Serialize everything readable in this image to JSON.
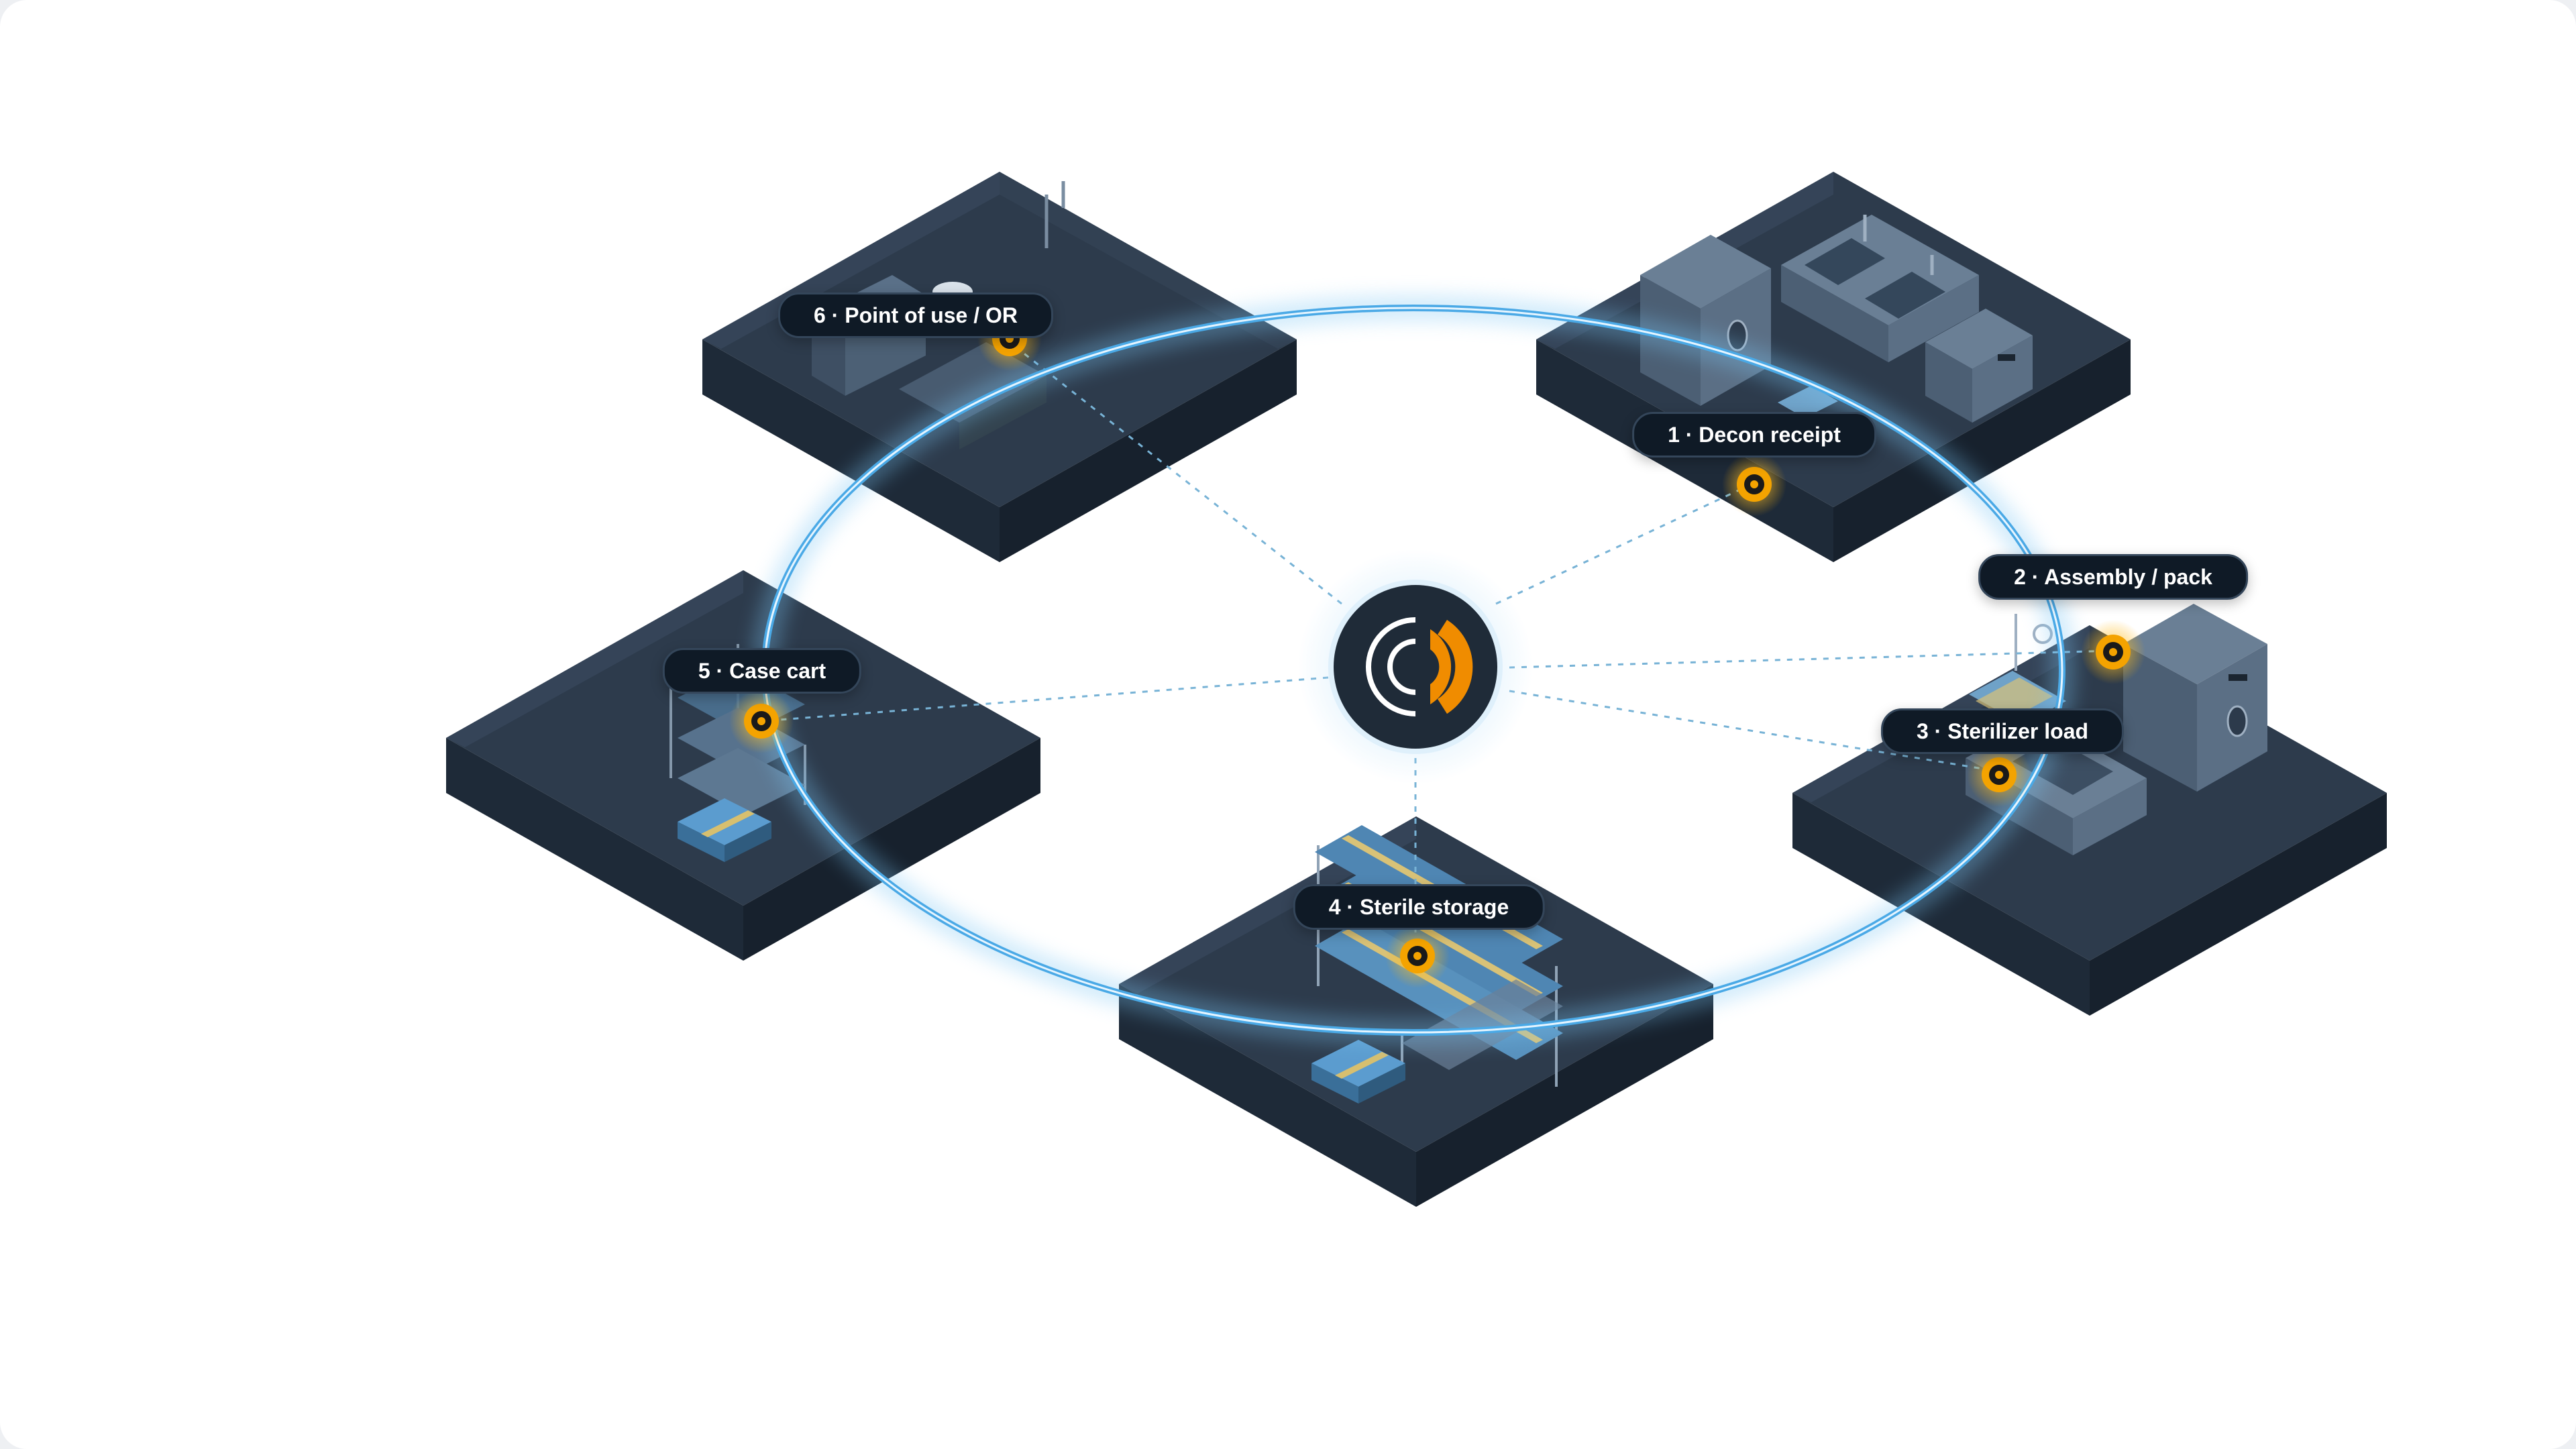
{
  "stations": [
    {
      "id": "decon",
      "label": "1 · Decon receipt"
    },
    {
      "id": "assembly",
      "label": "2 · Assembly / pack"
    },
    {
      "id": "sterilizer",
      "label": "3 · Sterilizer load"
    },
    {
      "id": "storage",
      "label": "4 · Sterile storage"
    },
    {
      "id": "cart",
      "label": "5 · Case cart"
    },
    {
      "id": "or",
      "label": "6 · Point of use / OR"
    }
  ],
  "colors": {
    "background": "#ffffff",
    "platform_top": "#2c3a4b",
    "platform_side": "#1d2836",
    "ring": "#5ab8f0",
    "marker": "#f4a300",
    "hub": "#1f2b38",
    "hub_accent": "#f08c00"
  },
  "icons": {
    "hub": "tracking-hub-icon",
    "marker": "rfid-tag-icon"
  }
}
